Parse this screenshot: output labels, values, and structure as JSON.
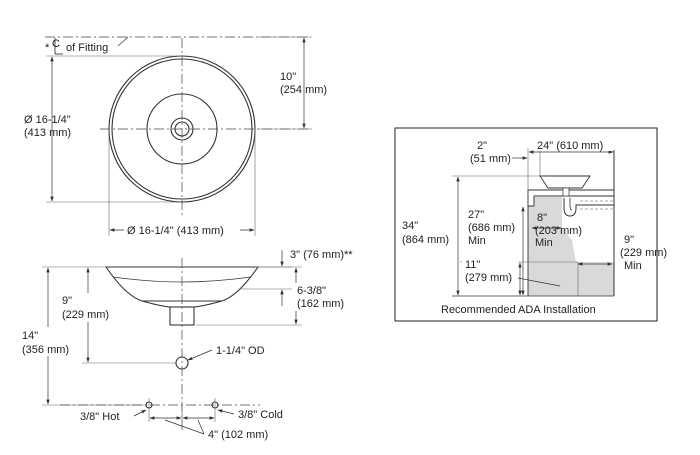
{
  "plan_view": {
    "fitting_note": "*",
    "fitting_label": "of Fitting",
    "offset_label_1": "10\"",
    "offset_label_2": "(254 mm)",
    "diameter_vertical_1": "Ø 16-1/4\"",
    "diameter_vertical_2": "(413 mm)",
    "diameter_horizontal": "Ø 16-1/4\" (413 mm)"
  },
  "side_view": {
    "rim_height": "3\" (76 mm)**",
    "bowl_depth_1": "6-3/8\"",
    "bowl_depth_2": "(162 mm)",
    "drain_height_1": "9\"",
    "drain_height_2": "(229 mm)",
    "overall_height_1": "14\"",
    "overall_height_2": "(356 mm)",
    "drain_od": "1-1/4\" OD",
    "hot_supply": "3/8\" Hot",
    "cold_supply": "3/8\" Cold",
    "supply_spacing": "4\" (102 mm)"
  },
  "ada_panel": {
    "caption": "Recommended ADA Installation",
    "front_offset_1": "2\"",
    "front_offset_2": "(51 mm)",
    "depth": "24\" (610 mm)",
    "counter_height_1": "34\"",
    "counter_height_2": "(864 mm)",
    "knee_height_1": "27\"",
    "knee_height_2": "(686 mm)",
    "knee_height_3": "Min",
    "knee_depth_1": "8\"",
    "knee_depth_2": "(203 mm)",
    "knee_depth_3": "Min",
    "toe_height_1": "11\"",
    "toe_height_2": "(279 mm)",
    "toe_clearance_1": "9\"",
    "toe_clearance_2": "(229 mm)",
    "toe_clearance_3": "Min"
  }
}
